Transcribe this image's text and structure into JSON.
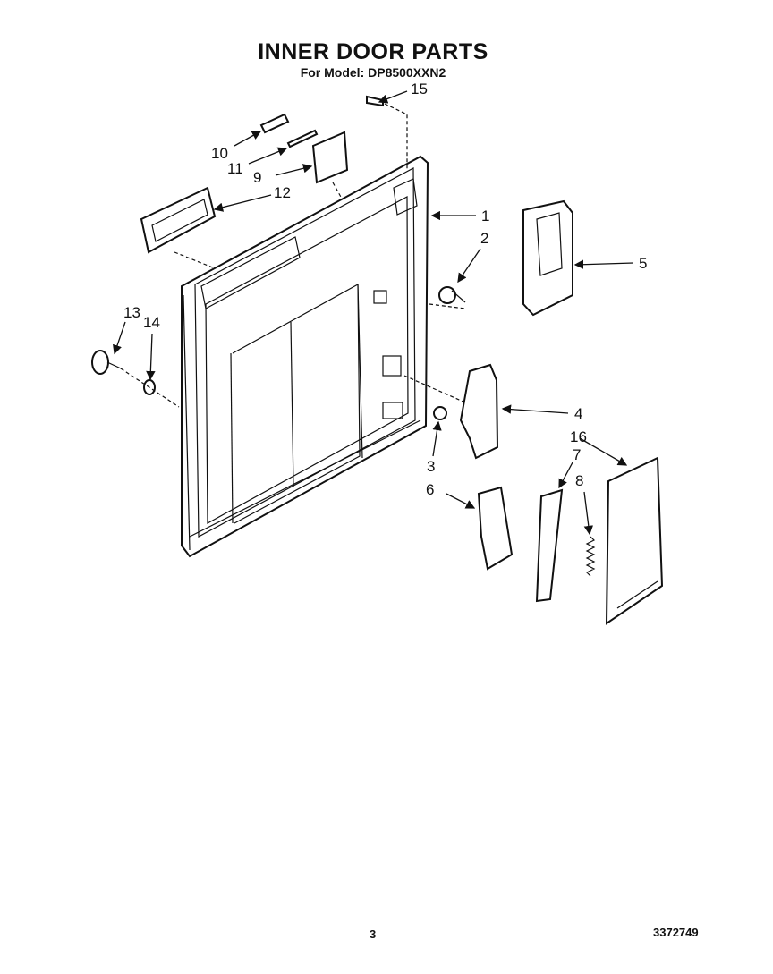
{
  "title": "INNER DOOR PARTS",
  "subtitle": "For Model: DP8500XXN2",
  "callouts": [
    "1",
    "2",
    "3",
    "4",
    "5",
    "6",
    "7",
    "8",
    "9",
    "10",
    "11",
    "12",
    "13",
    "14",
    "15",
    "16"
  ],
  "footer": {
    "page_number": "3",
    "doc_number": "3372749"
  }
}
